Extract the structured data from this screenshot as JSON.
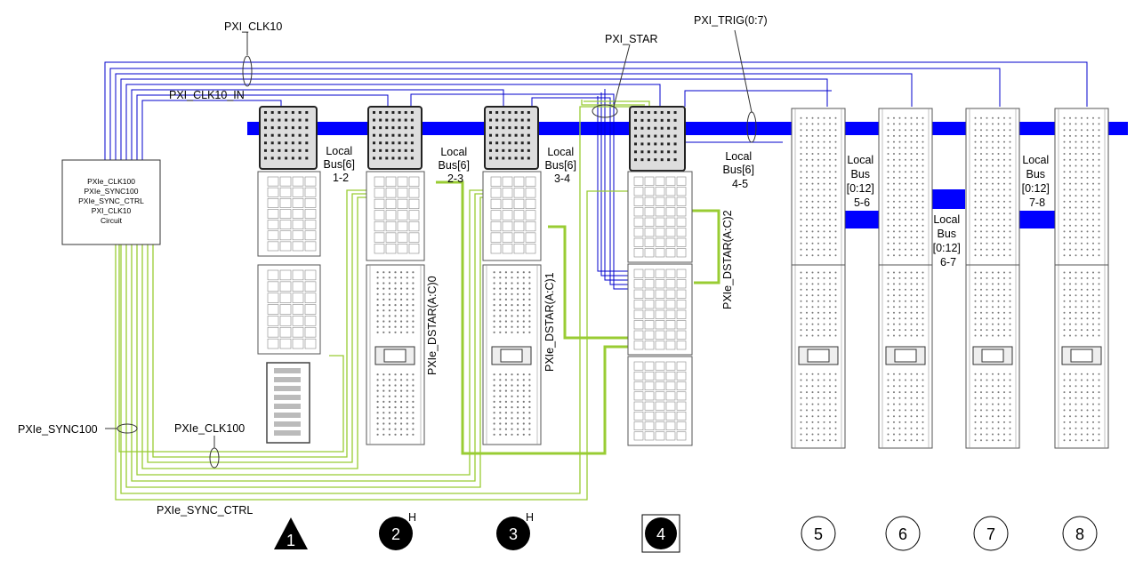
{
  "signals": {
    "pxi_clk10": "PXI_CLK10",
    "pxi_clk10_in": "PXI_CLK10_IN",
    "pxi_star": "PXI_STAR",
    "pxi_trig": "PXI_TRIG(0:7)",
    "pxie_sync100": "PXIe_SYNC100",
    "pxie_clk100": "PXIe_CLK100",
    "pxie_sync_ctrl": "PXIe_SYNC_CTRL"
  },
  "circuit_box": {
    "lines": [
      "PXIe_CLK100",
      "PXIe_SYNC100",
      "PXIe_SYNC_CTRL",
      "PXI_CLK10",
      "Circuit"
    ]
  },
  "local_bus_labels": [
    {
      "id": "1-2",
      "lines": [
        "Local",
        "Bus[6]",
        "1-2"
      ]
    },
    {
      "id": "2-3",
      "lines": [
        "Local",
        "Bus[6]",
        "2-3"
      ]
    },
    {
      "id": "3-4",
      "lines": [
        "Local",
        "Bus[6]",
        "3-4"
      ]
    },
    {
      "id": "4-5",
      "lines": [
        "Local",
        "Bus[6]",
        "4-5"
      ]
    },
    {
      "id": "5-6",
      "lines": [
        "Local",
        "Bus",
        "[0:12]",
        "5-6"
      ]
    },
    {
      "id": "6-7",
      "lines": [
        "Local",
        "Bus",
        "[0:12]",
        "6-7"
      ]
    },
    {
      "id": "7-8",
      "lines": [
        "Local",
        "Bus",
        "[0:12]",
        "7-8"
      ]
    }
  ],
  "dstar_labels": [
    "PXIe_DSTAR(A:C)0",
    "PXIe_DSTAR(A:C)1",
    "PXIe_DSTAR(A:C)2"
  ],
  "slots": [
    {
      "number": "1",
      "style": "triangle",
      "superscript": ""
    },
    {
      "number": "2",
      "style": "filled-circle",
      "superscript": "H"
    },
    {
      "number": "3",
      "style": "filled-circle",
      "superscript": "H"
    },
    {
      "number": "4",
      "style": "square-filled-circle",
      "superscript": ""
    },
    {
      "number": "5",
      "style": "circle",
      "superscript": ""
    },
    {
      "number": "6",
      "style": "circle",
      "superscript": ""
    },
    {
      "number": "7",
      "style": "circle",
      "superscript": ""
    },
    {
      "number": "8",
      "style": "circle",
      "superscript": ""
    }
  ],
  "colors": {
    "blue_line": "#0000cc",
    "bus_bar": "#0000ff",
    "green": "#99cc33",
    "connector_stroke": "#555555"
  }
}
